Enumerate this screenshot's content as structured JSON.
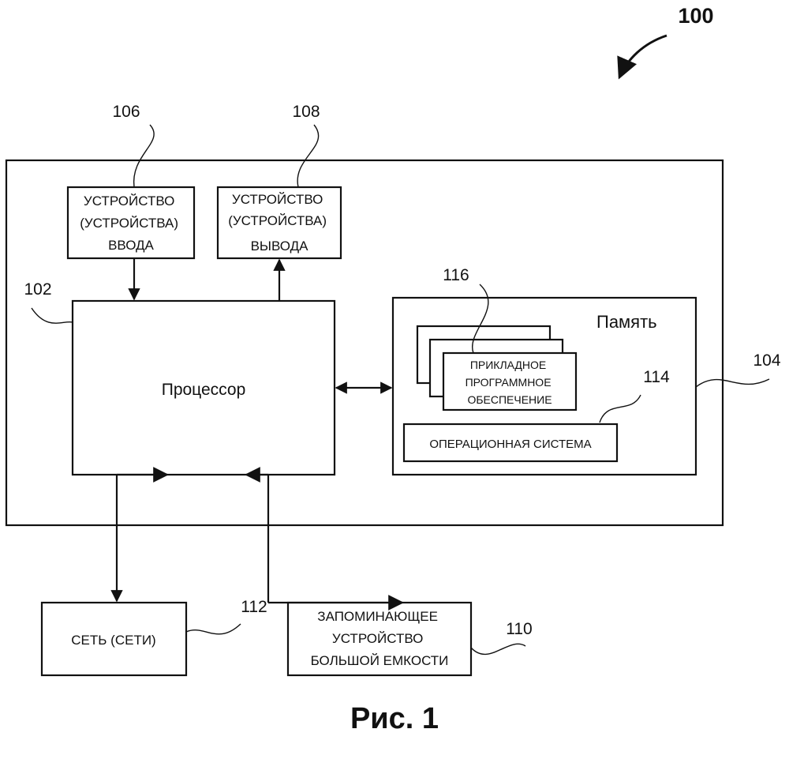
{
  "figure": {
    "ref_number": "100",
    "caption": "Рис. 1"
  },
  "refs": {
    "processor": "102",
    "memory": "104",
    "input": "106",
    "output": "108",
    "storage": "110",
    "bus": "112",
    "os": "114",
    "apps": "116"
  },
  "blocks": {
    "input_lines": [
      "УСТРОЙСТВО",
      "(УСТРОЙСТВА)",
      "ВВОДА"
    ],
    "output_lines": [
      "УСТРОЙСТВО",
      "(УСТРОЙСТВА)",
      "ВЫВОДА"
    ],
    "processor": "Процессор",
    "memory": "Память",
    "apps_lines": [
      "ПРИКЛАДНОЕ",
      "ПРОГРАММНОЕ",
      "ОБЕСПЕЧЕНИЕ"
    ],
    "os": "ОПЕРАЦИОННАЯ СИСТЕМА",
    "network": "СЕТЬ (СЕТИ)",
    "storage_lines": [
      "ЗАПОМИНАЮЩЕЕ",
      "УСТРОЙСТВО",
      "БОЛЬШОЙ ЕМКОСТИ"
    ]
  }
}
